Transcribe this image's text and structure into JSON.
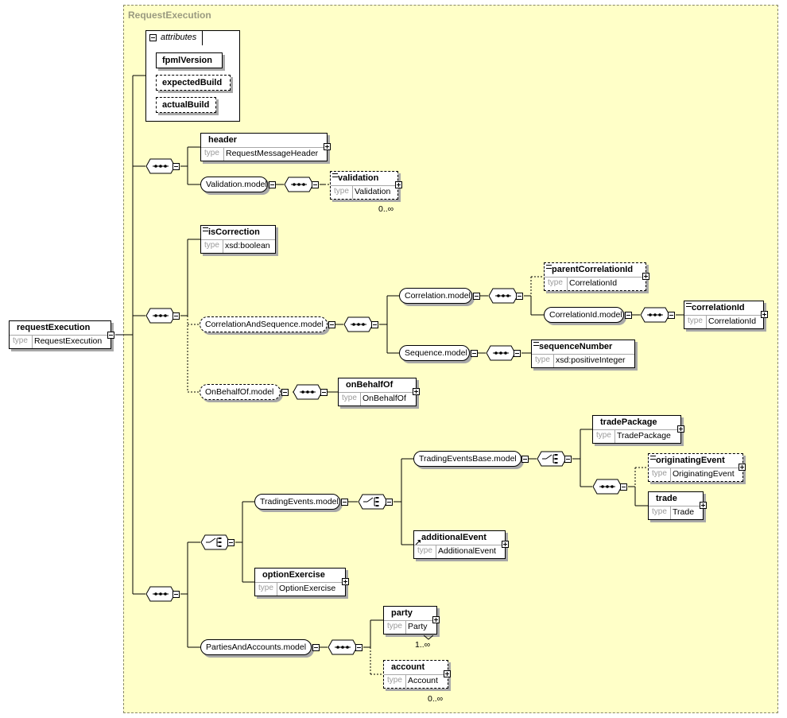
{
  "group": {
    "title": "RequestExecution"
  },
  "type_key": "type",
  "root": {
    "name": "requestExecution",
    "type": "RequestExecution"
  },
  "attributes": {
    "label": "attributes",
    "items": [
      {
        "name": "fpmlVersion",
        "optional": false
      },
      {
        "name": "expectedBuild",
        "optional": true
      },
      {
        "name": "actualBuild",
        "optional": true
      }
    ]
  },
  "elements": {
    "header": {
      "name": "header",
      "type": "RequestMessageHeader"
    },
    "validation": {
      "name": "validation",
      "type": "Validation",
      "multiplicity": "0..∞"
    },
    "isCorrection": {
      "name": "isCorrection",
      "type": "xsd:boolean"
    },
    "parentCorrelationId": {
      "name": "parentCorrelationId",
      "type": "CorrelationId"
    },
    "correlationId": {
      "name": "correlationId",
      "type": "CorrelationId"
    },
    "sequenceNumber": {
      "name": "sequenceNumber",
      "type": "xsd:positiveInteger"
    },
    "onBehalfOf": {
      "name": "onBehalfOf",
      "type": "OnBehalfOf"
    },
    "tradePackage": {
      "name": "tradePackage",
      "type": "TradePackage"
    },
    "originatingEvent": {
      "name": "originatingEvent",
      "type": "OriginatingEvent"
    },
    "trade": {
      "name": "trade",
      "type": "Trade"
    },
    "additionalEvent": {
      "name": "additionalEvent",
      "type": "AdditionalEvent"
    },
    "optionExercise": {
      "name": "optionExercise",
      "type": "OptionExercise"
    },
    "party": {
      "name": "party",
      "type": "Party",
      "multiplicity": "1..∞"
    },
    "account": {
      "name": "account",
      "type": "Account",
      "multiplicity": "0..∞"
    }
  },
  "models": {
    "validation_model": "Validation.model",
    "correlation_and_sequence_model": "CorrelationAndSequence.model",
    "correlation_model": "Correlation.model",
    "correlation_id_model": "CorrelationId.model",
    "sequence_model": "Sequence.model",
    "on_behalf_of_model": "OnBehalfOf.model",
    "trading_events_model": "TradingEvents.model",
    "trading_events_base_model": "TradingEventsBase.model",
    "parties_and_accounts_model": "PartiesAndAccounts.model"
  },
  "colors": {
    "group_background": "#ffffc8",
    "connector": "#000000",
    "shadow": "#a8a8a8",
    "type_key": "#9a9a9a"
  }
}
